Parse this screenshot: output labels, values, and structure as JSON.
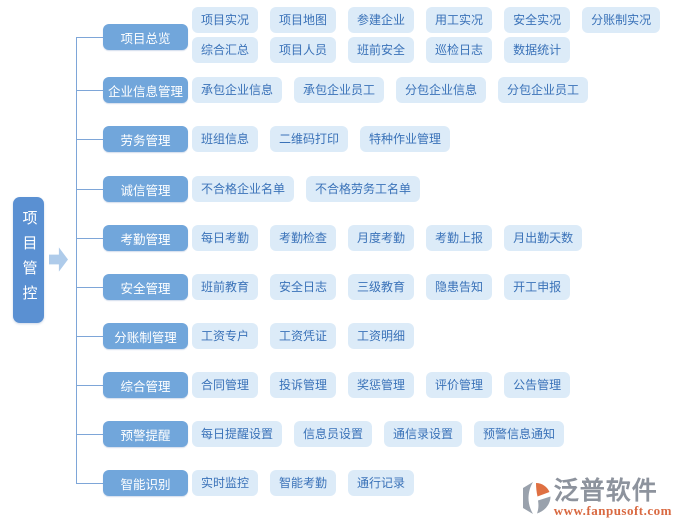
{
  "title": "项目管控",
  "colors": {
    "line": "#7ea6d8",
    "branch_fill": "#71a6db",
    "leaf_fill": "#dcebf8",
    "leaf_text": "#3a72b8",
    "root_fill": "#5a90d2",
    "arrow_fill": "#aecbea",
    "logo_gray": "#8d939d",
    "logo_orange": "#d96941"
  },
  "root": {
    "label": "项目管控"
  },
  "branches": [
    {
      "label": "项目总览",
      "rows": [
        [
          "项目实况",
          "项目地图",
          "参建企业",
          "用工实况",
          "安全实况",
          "分账制实况"
        ],
        [
          "综合汇总",
          "项目人员",
          "班前安全",
          "巡检日志",
          "数据统计"
        ]
      ]
    },
    {
      "label": "企业信息管理",
      "rows": [
        [
          "承包企业信息",
          "承包企业员工",
          "分包企业信息",
          "分包企业员工"
        ]
      ]
    },
    {
      "label": "劳务管理",
      "rows": [
        [
          "班组信息",
          "二维码打印",
          "特种作业管理"
        ]
      ]
    },
    {
      "label": "诚信管理",
      "rows": [
        [
          "不合格企业名单",
          "不合格劳务工名单"
        ]
      ]
    },
    {
      "label": "考勤管理",
      "rows": [
        [
          "每日考勤",
          "考勤检查",
          "月度考勤",
          "考勤上报",
          "月出勤天数"
        ]
      ]
    },
    {
      "label": "安全管理",
      "rows": [
        [
          "班前教育",
          "安全日志",
          "三级教育",
          "隐患告知",
          "开工申报"
        ]
      ]
    },
    {
      "label": "分账制管理",
      "rows": [
        [
          "工资专户",
          "工资凭证",
          "工资明细"
        ]
      ]
    },
    {
      "label": "综合管理",
      "rows": [
        [
          "合同管理",
          "投诉管理",
          "奖惩管理",
          "评价管理",
          "公告管理"
        ]
      ]
    },
    {
      "label": "预警提醒",
      "rows": [
        [
          "每日提醒设置",
          "信息员设置",
          "通信录设置",
          "预警信息通知"
        ]
      ]
    },
    {
      "label": "智能识别",
      "rows": [
        [
          "实时监控",
          "智能考勤",
          "通行记录"
        ]
      ]
    }
  ],
  "watermark": {
    "brand": "泛普软件",
    "url": "www.fanpusoft.com"
  }
}
